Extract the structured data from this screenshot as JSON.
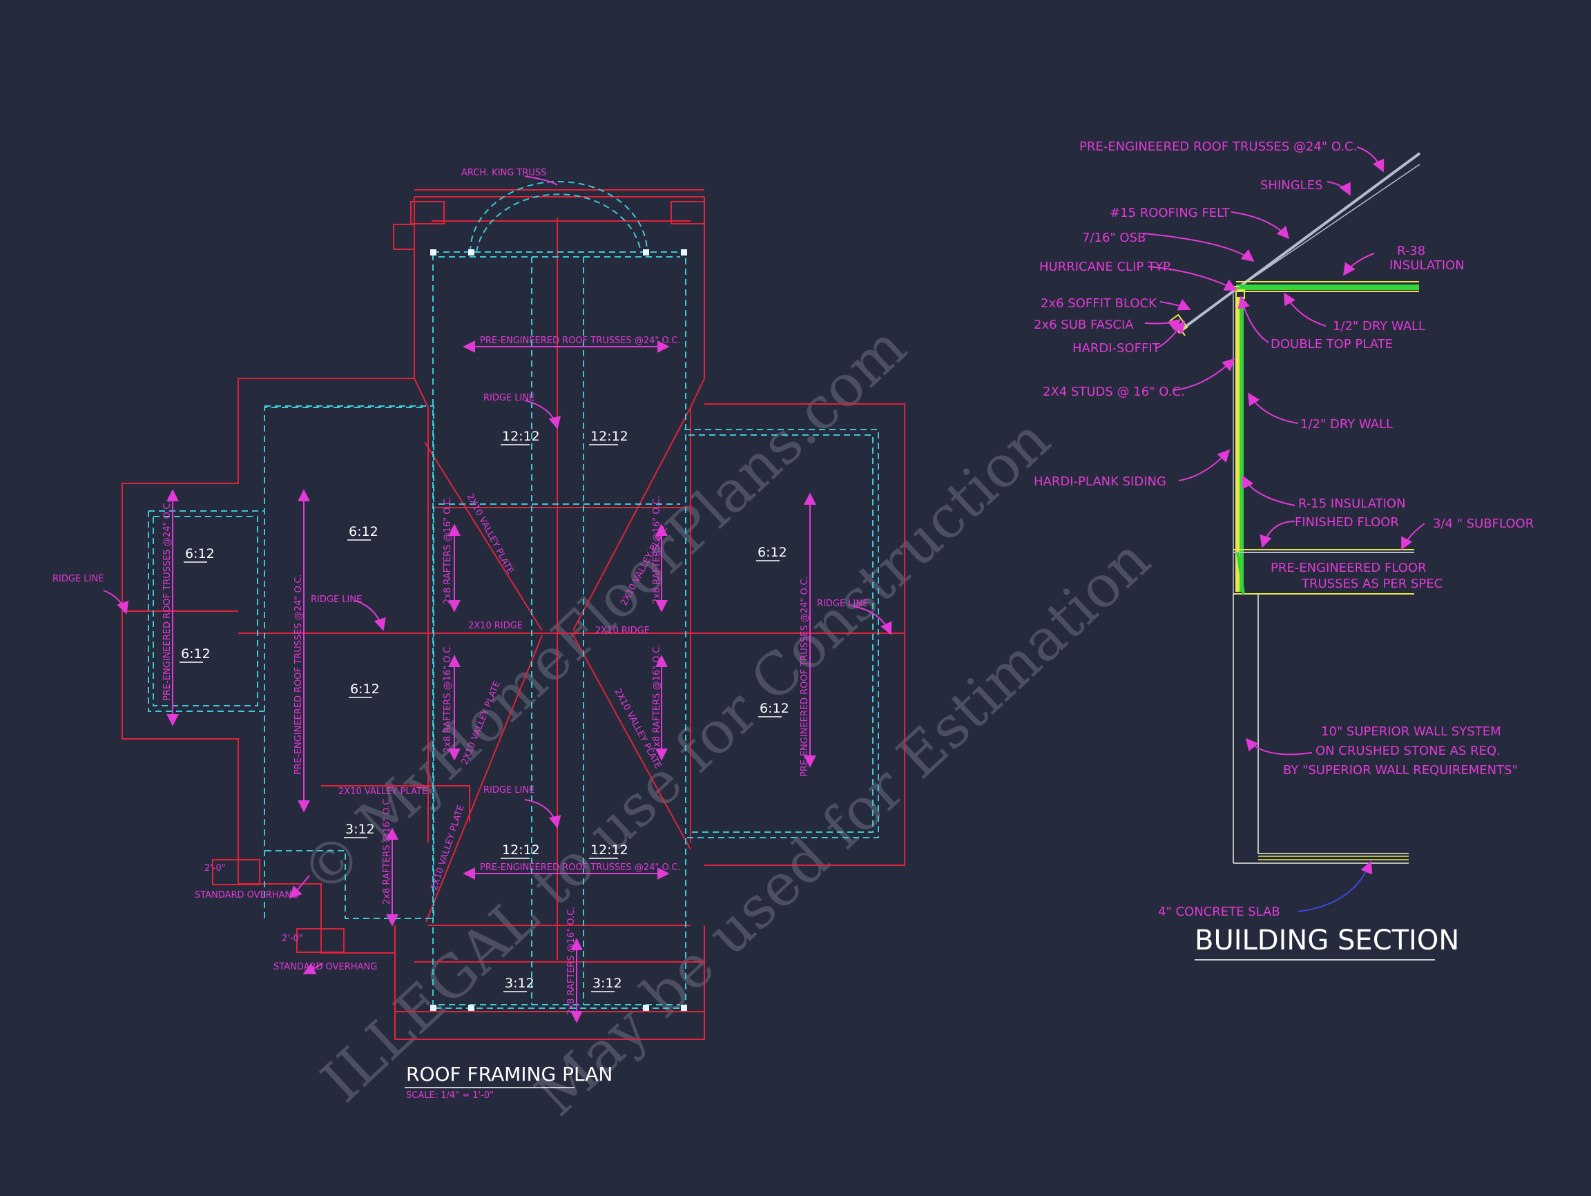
{
  "colors": {
    "background": "#262a3d",
    "roof_outline": "#e0233a",
    "truss_dashed": "#3cc8d4",
    "annotation": "#e23ad6",
    "pitch_text": "#ffffff",
    "wall_green": "#35d43a",
    "wall_yellow": "#e8e84a",
    "roof_grey": "#b8bcd0"
  },
  "watermark": {
    "line1": "© MyHomeFloorPlans.com",
    "line2": "ILLEGAL to use for Construction",
    "line3": "May be used for Estimation"
  },
  "roof_plan": {
    "title": "ROOF FRAMING PLAN",
    "scale": "SCALE: 1/4\" = 1'-0\"",
    "arch_note": "ARCH. KING TRUSS",
    "ridge_line": "RIDGE LINE",
    "trusses": "PRE-ENGINEERED ROOF TRUSSES @24\" O.C.",
    "trusses_left": "PRE-ENGINEERED ROOF TRUSSES @24\" O.C.",
    "trusses_right": "PRE-ENGINEERED ROOF TRUSSES @24\" O.C.",
    "valley_plate": "2X10 VALLEY PLATE",
    "ridge": "2X10 RIDGE",
    "rafters": "2x8 RAFTERS @16\" O.C.",
    "overhang_dim": "2'-0\"",
    "overhang_note": "STANDARD OVERHANG",
    "pitches": {
      "p1212": "12:12",
      "p612": "6:12",
      "p312": "3:12"
    }
  },
  "section": {
    "title": "BUILDING SECTION",
    "labels": {
      "trusses": "PRE-ENGINEERED ROOF TRUSSES @24\" O.C.",
      "shingles": "SHINGLES",
      "felt": "#15 ROOFING FELT",
      "osb": "7/16\" OSB",
      "r38": "R-38",
      "insulation": "INSULATION",
      "hurricane": "HURRICANE CLIP TYP.",
      "soffit_block": "2x6 SOFFIT BLOCK",
      "drywall_ceiling": "1/2\" DRY WALL",
      "sub_fascia": "2x6 SUB FASCIA",
      "top_plate": "DOUBLE TOP PLATE",
      "hardi_soffit": "HARDI-SOFFIT",
      "studs": "2X4 STUDS @ 16\" O.C.",
      "drywall_wall": "1/2\" DRY WALL",
      "siding": "HARDI-PLANK SIDING",
      "r15": "R-15 INSULATION",
      "finished_floor": "FINISHED FLOOR",
      "subfloor": "3/4 \" SUBFLOOR",
      "floor_trusses_1": "PRE-ENGINEERED FLOOR",
      "floor_trusses_2": "TRUSSES AS PER SPEC",
      "wall_system_1": "10\" SUPERIOR WALL SYSTEM",
      "wall_system_2": "ON CRUSHED STONE AS REQ.",
      "wall_system_3": "BY \"SUPERIOR WALL REQUIREMENTS\"",
      "slab": "4\" CONCRETE SLAB"
    }
  }
}
